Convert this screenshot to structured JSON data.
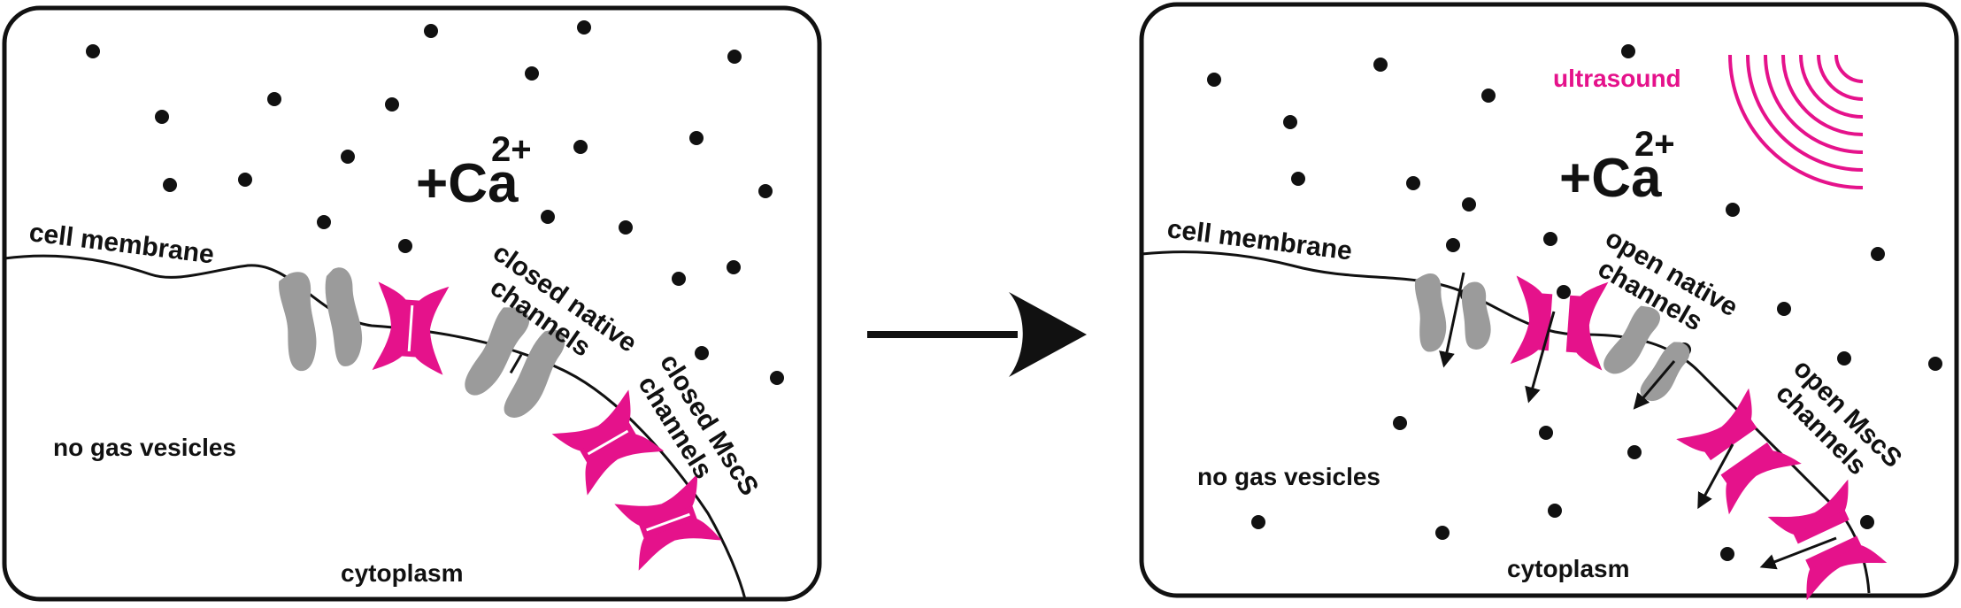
{
  "colors": {
    "mscs": "#e5128b",
    "native": "#9b9b9b",
    "ink": "#111111",
    "ultrasound": "#e5128b"
  },
  "icons": [
    "calcium-ion-icon",
    "native-channel-icon",
    "mscs-channel-icon",
    "ultrasound-wave-icon",
    "process-arrow-icon",
    "ion-flow-arrow-icon"
  ],
  "left_panel": {
    "ion_label": "+Ca",
    "ion_charge": "2+",
    "membrane_label": "cell membrane",
    "native_label_line1": "closed native",
    "native_label_line2": "channels",
    "mscs_label_line1": "closed MscS",
    "mscs_label_line2": "channels",
    "vesicles_label": "no gas vesicles",
    "cytoplasm_label": "cytoplasm"
  },
  "right_panel": {
    "ion_label": "+Ca",
    "ion_charge": "2+",
    "ultrasound_label": "ultrasound",
    "membrane_label": "cell membrane",
    "native_label_line1": "open native",
    "native_label_line2": "channels",
    "mscs_label_line1": "open MscS",
    "mscs_label_line2": "channels",
    "vesicles_label": "no gas vesicles",
    "cytoplasm_label": "cytoplasm"
  }
}
